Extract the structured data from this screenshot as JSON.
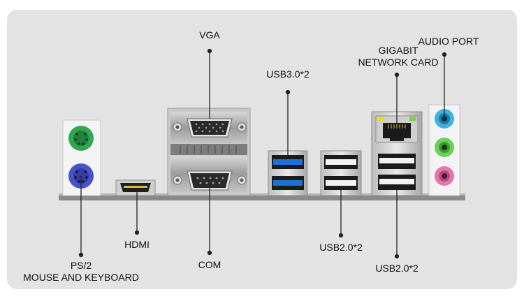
{
  "panel": {
    "title": "Motherboard rear I/O panel",
    "labels": {
      "vga": "VGA",
      "audio_port": "AUDIO PORT",
      "gigabit_line1": "GIGABIT",
      "gigabit_line2": "NETWORK CARD",
      "usb30": "USB3.0*2",
      "hdmi": "HDMI",
      "ps2_line1": "PS/2",
      "ps2_line2": "MOUSE AND KEYBOARD",
      "com": "COM",
      "usb20_a": "USB2.0*2",
      "usb20_b": "USB2.0*2"
    },
    "colors": {
      "background": "#e3e3e3",
      "ps2_mouse": "#2fa84f",
      "ps2_keyboard": "#4a52c8",
      "usb3_blue": "#1f6fd6",
      "audio_blue": "#3fb2df",
      "audio_green": "#6ccf5a",
      "audio_pink": "#e277a8"
    }
  }
}
